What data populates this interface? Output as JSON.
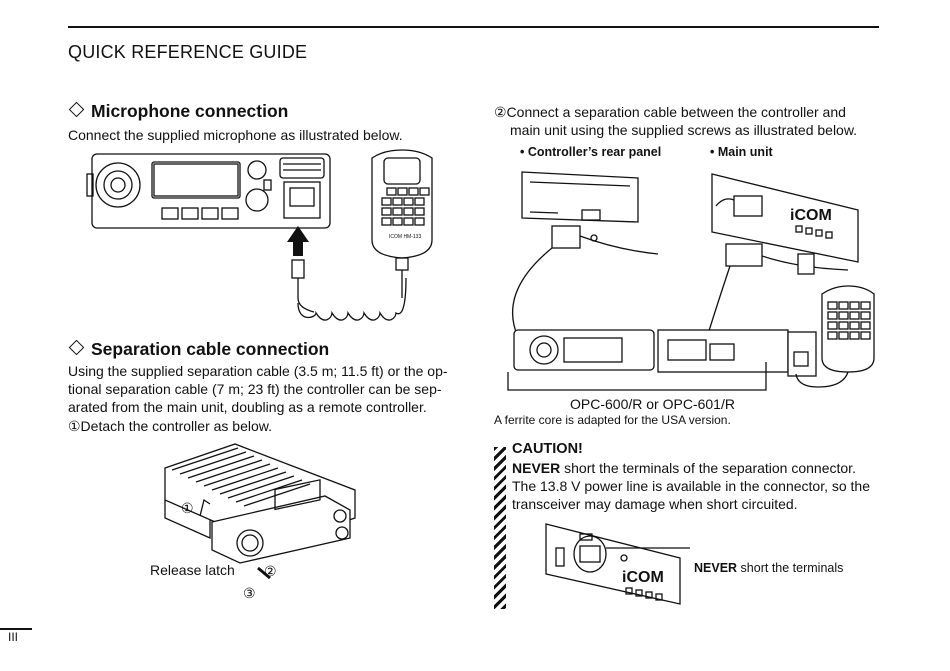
{
  "header": {
    "title": "QUICK REFERENCE GUIDE"
  },
  "mic": {
    "heading": "Microphone connection",
    "text": "Connect the supplied microphone as illustrated below.",
    "mic_brand": "ICOM HM-133"
  },
  "sep": {
    "heading": "Separation cable connection",
    "text": [
      "Using the supplied separation cable (3.5 m; 11.5 ft) or the op-",
      "tional separation cable (7 m; 23 ft) the controller can be sep-",
      "arated from the main unit, doubling as a remote controller."
    ],
    "step1": "①Detach the controller as below.",
    "release_latch": "Release latch",
    "markers": [
      "①",
      "②",
      "③"
    ]
  },
  "right": {
    "step2_lines": [
      "②Connect a separation cable between the controller and",
      "main unit using the supplied screws as illustrated below."
    ],
    "label_rear": "• Controller’s rear panel",
    "label_main": "• Main unit",
    "brand": "iCOM",
    "cable_label": "OPC-600/R or OPC-601/R",
    "ferrite_note": "A ferrite core is adapted for the USA version."
  },
  "caution": {
    "title": "CAUTION!",
    "never": "NEVER",
    "line1_rest": " short the terminals of the separation connector.",
    "line2": "The 13.8 V power line is available in the connector, so the",
    "line3": "transceiver may damage when short circuited.",
    "callout_never": "NEVER",
    "callout_rest": " short the terminals",
    "brand": "iCOM"
  },
  "footer": {
    "page": "III"
  }
}
